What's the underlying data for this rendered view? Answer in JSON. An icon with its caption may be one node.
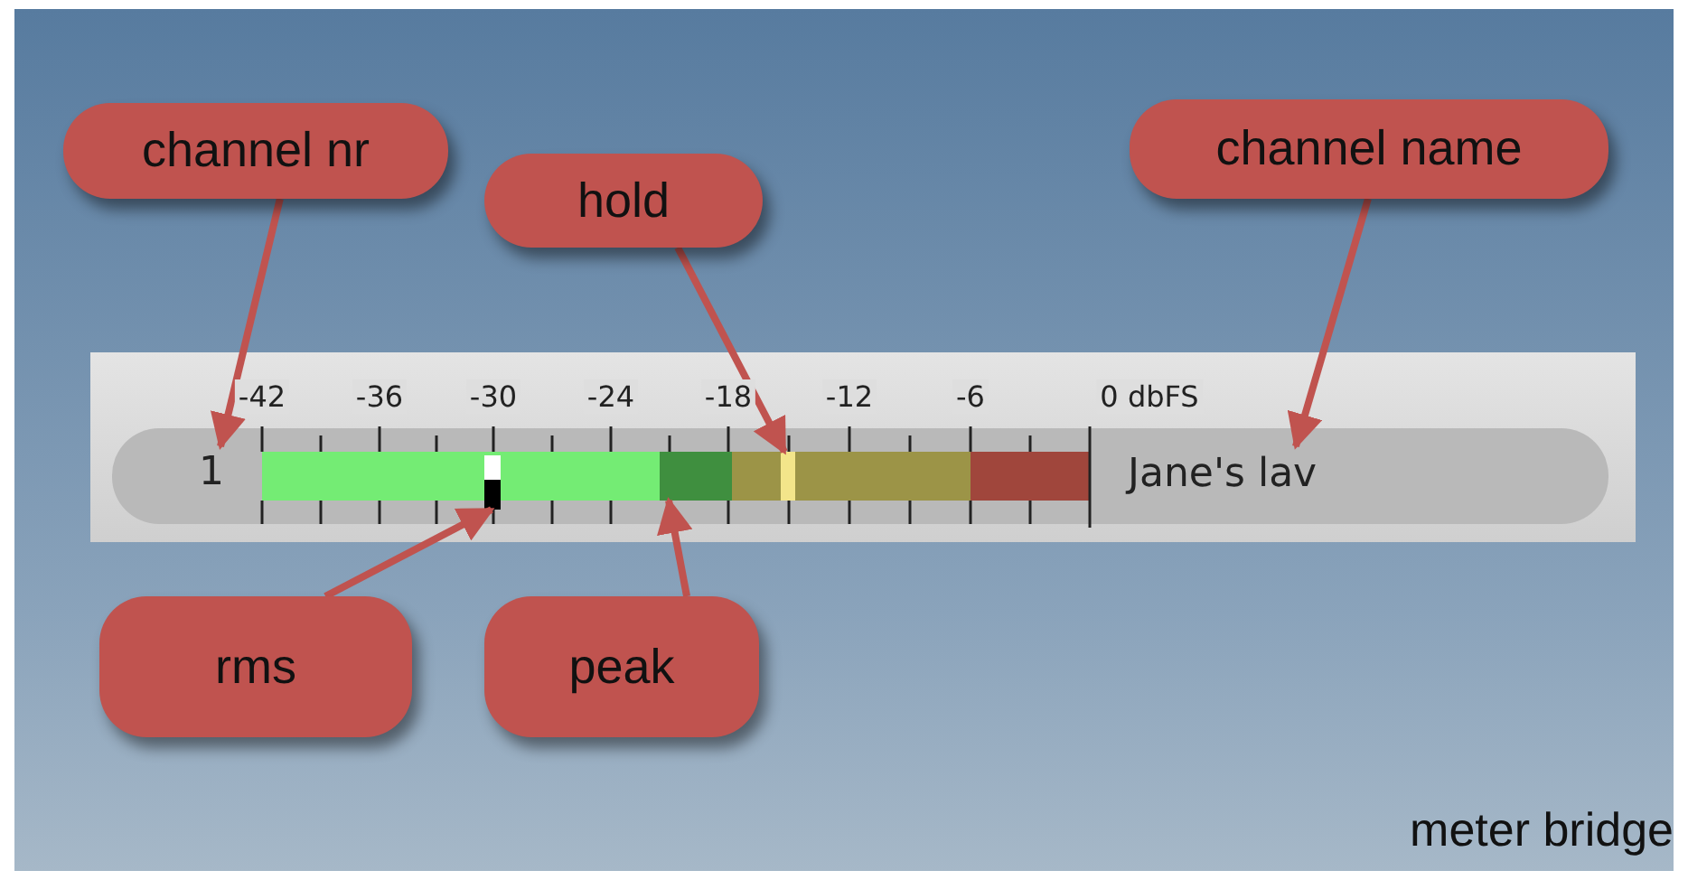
{
  "diagram": {
    "caption": "meter bridge",
    "nodes": [
      {
        "text": [
          "channel nr"
        ]
      },
      {
        "text": [
          "hold"
        ]
      },
      {
        "text": [
          "channel name"
        ]
      },
      {
        "text": [
          "1"
        ]
      },
      {
        "text": [],
        "shape": "bar"
      },
      {
        "text": [],
        "shape": "bar"
      },
      {
        "text": [],
        "shape": "bar"
      },
      {
        "text": [
          "Jane's lav"
        ]
      },
      {
        "text": [
          "rms"
        ]
      },
      {
        "text": [
          "peak"
        ]
      }
    ],
    "edges": [
      {
        "from": 0,
        "to": 3,
        "arrow": "to"
      },
      {
        "from": 1,
        "to": 6,
        "arrow": "to"
      },
      {
        "from": 2,
        "to": 7,
        "arrow": "to"
      },
      {
        "from": 8,
        "to": 4,
        "arrow": "to"
      },
      {
        "from": 9,
        "to": 5,
        "arrow": "to"
      }
    ],
    "labels": [
      "-42",
      "-36",
      "-30",
      "-24",
      "-18",
      "-12",
      "-6",
      "0 dbFS"
    ]
  }
}
